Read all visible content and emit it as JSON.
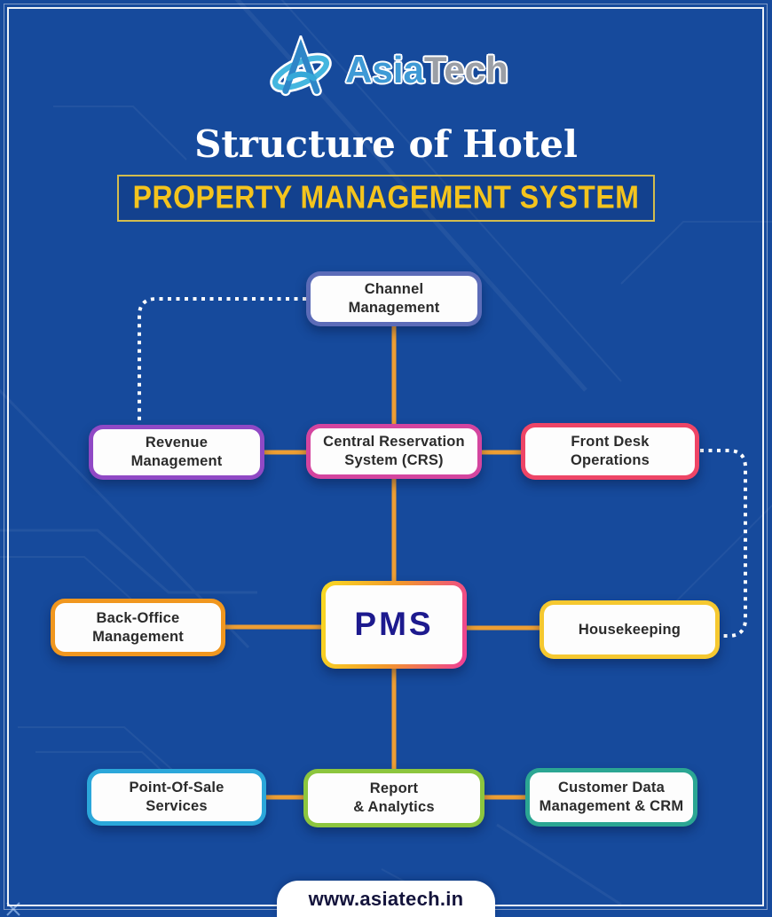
{
  "page": {
    "background_color": "#164A9C",
    "frame_color": "#FFFFFF"
  },
  "logo": {
    "name": "AsiaTech",
    "part1": "Asia",
    "part2": "Tech",
    "part1_color": "#3E9AD6",
    "part2_color": "#9B9FA6",
    "icon": "asiatech-swirl-a-icon"
  },
  "header": {
    "title": "Structure of Hotel",
    "banner": "PROPERTY MANAGEMENT SYSTEM",
    "banner_text_color": "#F4C41D",
    "banner_border_color": "#D3BC4E",
    "title_color": "#FFFFFF"
  },
  "diagram": {
    "connector_color": "#ED9E33",
    "dotted_connector_color": "#FFFFFF",
    "label_color": "#2B2B2B",
    "nodes": [
      {
        "id": "channel-management",
        "label": "Channel\nManagement",
        "border_color": "#5C6CB8"
      },
      {
        "id": "revenue-management",
        "label": "Revenue\nManagement",
        "border_color": "#9049C5"
      },
      {
        "id": "central-reservation-system",
        "label": "Central Reservation\nSystem (CRS)",
        "border_color": "#D4459F"
      },
      {
        "id": "front-desk-operations",
        "label": "Front Desk\nOperations",
        "border_color": "#EE4566"
      },
      {
        "id": "back-office-management",
        "label": "Back-Office\nManagement",
        "border_color": "#F0971F"
      },
      {
        "id": "pms",
        "label": "PMS",
        "border_color": [
          "#F9DB22",
          "#F2972C",
          "#EE3D98"
        ],
        "text_color": "#1D1A8E"
      },
      {
        "id": "housekeeping",
        "label": "Housekeeping",
        "border_color": "#F5C830"
      },
      {
        "id": "point-of-sale-services",
        "label": "Point-Of-Sale\nServices",
        "border_color": "#2BA7DA"
      },
      {
        "id": "report-analytics",
        "label": "Report\n& Analytics",
        "border_color": "#8CC63E"
      },
      {
        "id": "customer-data-management-crm",
        "label": "Customer Data\nManagement & CRM",
        "border_color": "#2BA693"
      }
    ],
    "solid_connections": [
      "channel-management -> central-reservation-system",
      "revenue-management -> central-reservation-system",
      "central-reservation-system -> front-desk-operations",
      "central-reservation-system -> pms",
      "back-office-management -> pms",
      "pms -> housekeeping",
      "pms -> report-analytics",
      "point-of-sale-services -> report-analytics",
      "report-analytics -> customer-data-management-crm"
    ],
    "dotted_connections": [
      "channel-management -> revenue-management",
      "front-desk-operations -> housekeeping"
    ]
  },
  "footer": {
    "website": "www.asiatech.in"
  }
}
